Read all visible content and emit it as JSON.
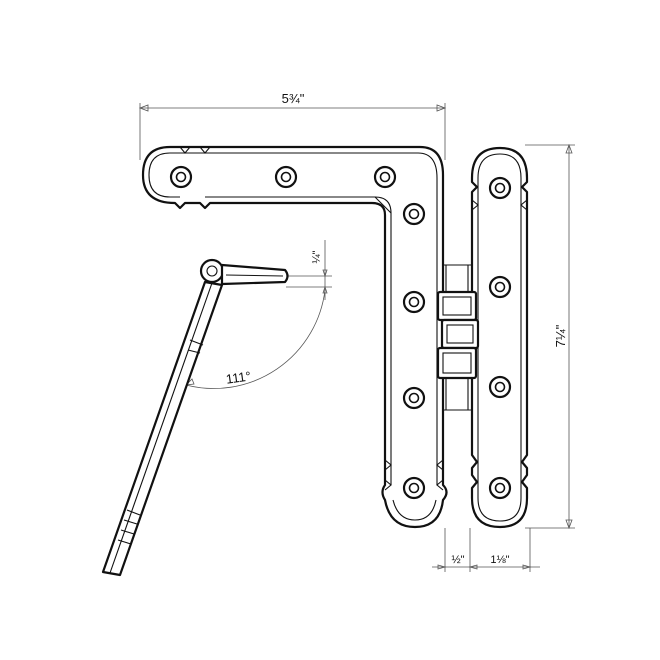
{
  "drawing": {
    "top_width": "5¾\"",
    "overall_height": "7¼\"",
    "offset_depth": "¼\"",
    "gap_width": "½\"",
    "leaf_width": "1⅛\"",
    "swing_angle": "111°"
  },
  "colors": {
    "line": "#111111",
    "dimension": "#555555",
    "background": "#ffffff"
  },
  "icons": {
    "screw_hole": "countersunk-hole"
  }
}
